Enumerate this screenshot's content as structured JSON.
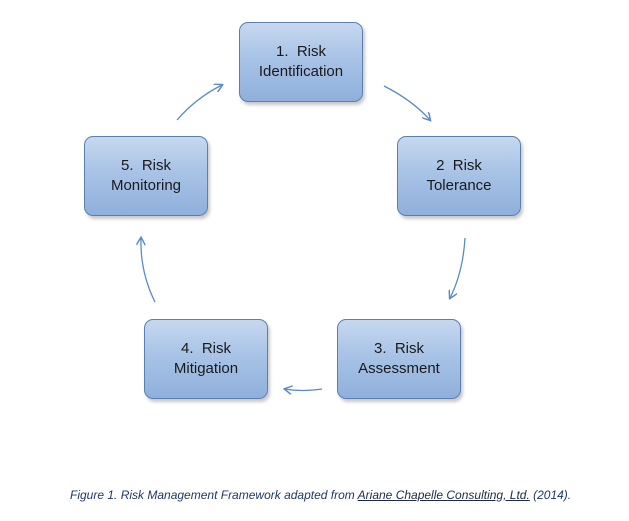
{
  "diagram": {
    "steps": [
      {
        "number": "1.",
        "line1": "Risk",
        "line2": "Identification"
      },
      {
        "number": "2",
        "line1": "Risk",
        "line2": "Tolerance"
      },
      {
        "number": "3.",
        "line1": "Risk",
        "line2": "Assessment"
      },
      {
        "number": "4.",
        "line1": "Risk",
        "line2": "Mitigation"
      },
      {
        "number": "5.",
        "line1": "Risk",
        "line2": "Monitoring"
      }
    ],
    "colors": {
      "box_fill": "#a8c3e6",
      "box_border": "#5b7fae",
      "arrow": "#5b8ac6"
    }
  },
  "caption": {
    "prefix": "Figure 1.  Risk Management Framework adapted from ",
    "source": "Ariane Chapelle Consulting, Ltd.",
    "suffix": " (2014)."
  }
}
